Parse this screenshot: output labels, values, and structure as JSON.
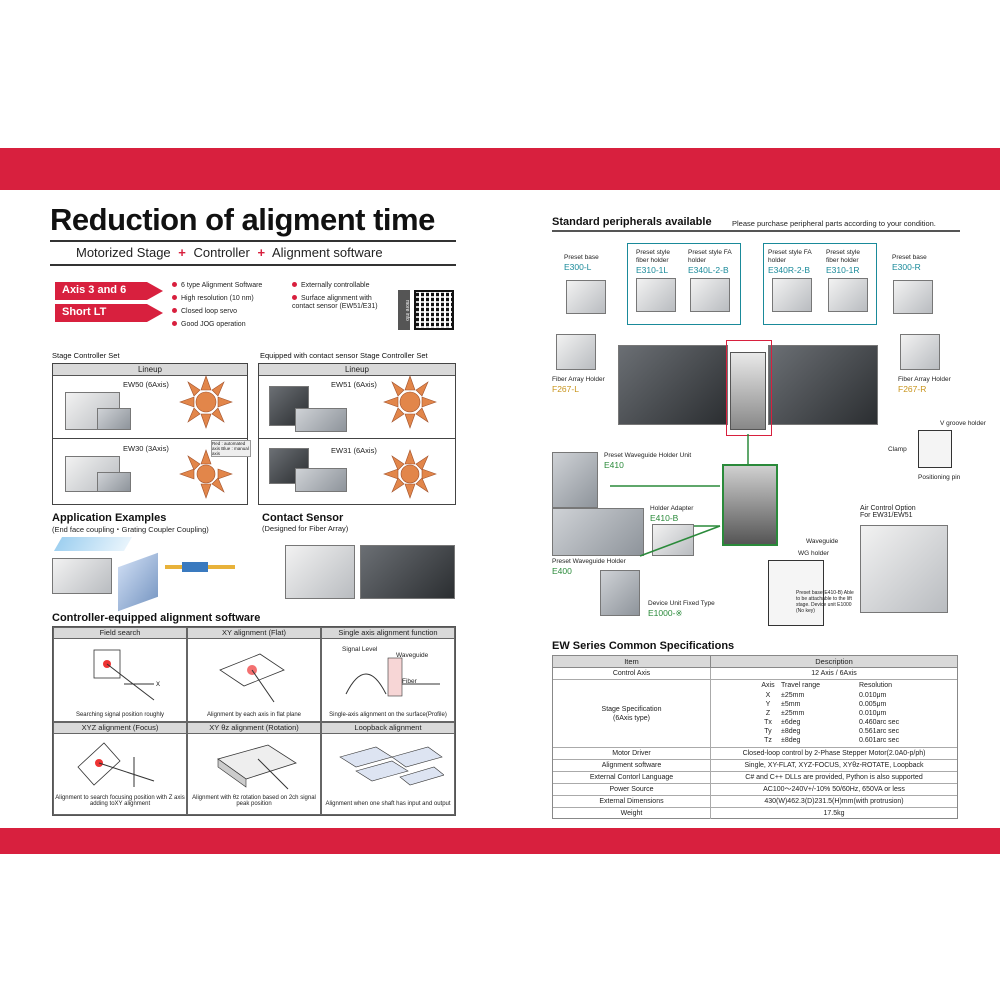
{
  "title": "Reduction of  aligment time",
  "subtitle": {
    "a": "Motorized Stage",
    "b": "Controller",
    "c": "Alignment software",
    "plus": "+"
  },
  "arrows": {
    "axis": "Axis 3 and 6",
    "short": "Short LT"
  },
  "bullets_left": [
    "6 type Alignment Software",
    "High resolution (10 nm)",
    "Closed loop servo",
    "Good JOG operation"
  ],
  "bullets_right": [
    "Externally controllable",
    "Surface alignment with contact sensor (EW51/E31)"
  ],
  "side_tag": "more info",
  "stage_set": {
    "title": "Stage Controller Set",
    "lineup": "Lineup",
    "ew50": "EW50 (6Axis)",
    "ew30": "EW30 (3Axis)",
    "axis_note": "Red : automated axis  Blue : manual axis"
  },
  "contact_set": {
    "title": "Equipped with contact sensor Stage Controller Set",
    "lineup": "Lineup",
    "ew51": "EW51 (6Axis)",
    "ew31": "EW31 (6Axis)"
  },
  "app": {
    "title": "Application Examples",
    "sub": "(End face coupling・Grating Coupler Coupling)"
  },
  "contact": {
    "title": "Contact Sensor",
    "sub": "(Designed for Fiber Array)"
  },
  "software": {
    "title": "Controller-equipped alignment software",
    "cells": [
      {
        "head": "Field search",
        "cap": "Searching signal position roughly"
      },
      {
        "head": "XY alignment (Flat)",
        "cap": "Alignment by each axis in flat plane"
      },
      {
        "head": "Single axis alignment function",
        "cap": "Single-axis alignment on the surface(Profile)"
      },
      {
        "head": "XYZ alignment (Focus)",
        "cap": "Alignment to search focusing position with Z axis adding toXY alignment"
      },
      {
        "head": "XY θz alignment (Rotation)",
        "cap": "Alignment with θz rotation based on 2ch signal peak position"
      },
      {
        "head": "Loopback alignment",
        "cap": "Alignment when one shaft has input and output"
      }
    ],
    "signal_level": "Signal Level",
    "waveguide": "Waveguide",
    "fiber": "Fiber"
  },
  "peripherals": {
    "title": "Standard peripherals available",
    "note": "Please purchase peripheral parts according to your condition.",
    "items": [
      {
        "label": "Preset base",
        "code": "E300-L"
      },
      {
        "label": "Preset style fiber holder",
        "code": "E310-1L"
      },
      {
        "label": "Preset style FA holder",
        "code": "E340L-2-B"
      },
      {
        "label": "Preset style FA holder",
        "code": "E340R-2-B"
      },
      {
        "label": "Preset style fiber holder",
        "code": "E310-1R"
      },
      {
        "label": "Preset base",
        "code": "E300-R"
      }
    ],
    "fa_left": {
      "label": "Fiber Array Holder",
      "code": "F267-L"
    },
    "fa_right": {
      "label": "Fiber Array Holder",
      "code": "F267-R"
    },
    "wg_unit": {
      "label": "Preset Waveguide Holder Unit",
      "code": "E410"
    },
    "adapter": {
      "label": "Holder Adapter",
      "code": "E410-B"
    },
    "wg_holder": {
      "label": "Preset Waveguide Holder",
      "code": "E400"
    },
    "dev_unit": {
      "label": "Device Unit Fixed Type",
      "code": "E1000-※"
    },
    "air": {
      "label": "Air Control Option",
      "sub": "For EW31/EW51"
    },
    "vgroove": "V groove holder",
    "clamp": "Clamp",
    "pos_pin": "Positioning pin",
    "waveguide": "Waveguide",
    "wg_holder_small": "WG holder",
    "preset_base_note": "Preset base(E410-B) Able to be attachable to the lift stage. Device unit E1000 (No key)"
  },
  "specs": {
    "title": "EW Series Common Specifications",
    "head": [
      "Item",
      "Description"
    ],
    "rows": [
      {
        "item": "Control Axis",
        "desc": "12 Axis / 6Axis"
      },
      {
        "item": "Motor Driver",
        "desc": "Closed-loop control by 2-Phase Stepper Motor(2.0A0-p/ph)"
      },
      {
        "item": "Alignment software",
        "desc": "Single, XY-FLAT, XYZ-FOCUS, XYθz-ROTATE, Loopback"
      },
      {
        "item": "External Contorl Language",
        "desc": "C# and C++ DLLs are provided, Python is also supported"
      },
      {
        "item": "Power Source",
        "desc": "AC100～240V+/-10% 50/60Hz, 650VA or less"
      },
      {
        "item": "External Dimensions",
        "desc": "430(W)462.3(D)231.5(H)mm(with protrusion)"
      },
      {
        "item": "Weight",
        "desc": "17.5kg"
      }
    ],
    "stage_item": "Stage Specification (6Axis type)",
    "stage_head": [
      "Axis",
      "Travel range",
      "Resolution"
    ],
    "stage_rows": [
      [
        "X",
        "±25mm",
        "0.010μm"
      ],
      [
        "Y",
        "±5mm",
        "0.005μm"
      ],
      [
        "Z",
        "±25mm",
        "0.010μm"
      ],
      [
        "Tx",
        "±6deg",
        "0.460arc sec"
      ],
      [
        "Ty",
        "±8deg",
        "0.561arc sec"
      ],
      [
        "Tz",
        "±8deg",
        "0.601arc sec"
      ]
    ]
  },
  "colors": {
    "brand_red": "#d8203e",
    "teal": "#1a8a9a",
    "orange": "#c8941c",
    "green": "#2a8a3a"
  }
}
